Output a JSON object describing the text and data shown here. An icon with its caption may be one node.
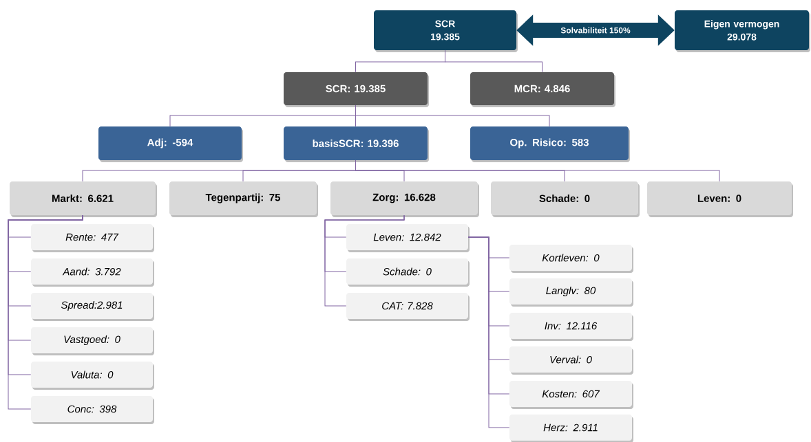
{
  "diagram": {
    "nodes": [
      {
        "text": [
          "SCR",
          "19.385"
        ]
      },
      {
        "text": [
          "Eigen vermogen",
          "29.078"
        ]
      },
      {
        "text": [
          "SCR: 19.385"
        ]
      },
      {
        "text": [
          "MCR: 4.846"
        ]
      },
      {
        "text": [
          "Adj: -594"
        ]
      },
      {
        "text": [
          "basisSCR: 19.396"
        ]
      },
      {
        "text": [
          "Op. Risico: 583"
        ]
      },
      {
        "text": [
          "Markt: 6.621"
        ]
      },
      {
        "text": [
          "Tegenpartij: 75"
        ]
      },
      {
        "text": [
          "Zorg: 16.628"
        ]
      },
      {
        "text": [
          "Schade: 0"
        ]
      },
      {
        "text": [
          "Leven: 0"
        ]
      },
      {
        "text": [
          "Rente:  477"
        ]
      },
      {
        "text": [
          "Aand: 3.792"
        ]
      },
      {
        "text": [
          "Spread:2.981"
        ]
      },
      {
        "text": [
          "Vastgoed: 0"
        ]
      },
      {
        "text": [
          "Valuta: 0"
        ]
      },
      {
        "text": [
          "Conc: 398"
        ]
      },
      {
        "text": [
          "Leven: 12.842"
        ]
      },
      {
        "text": [
          "Schade: 0"
        ]
      },
      {
        "text": [
          "CAT: 7.828"
        ]
      },
      {
        "text": [
          "Kortleven: 0"
        ]
      },
      {
        "text": [
          "Langlv: 80"
        ]
      },
      {
        "text": [
          "Inv: 12.116"
        ]
      },
      {
        "text": [
          "Verval: 0"
        ]
      },
      {
        "text": [
          "Kosten: 607"
        ]
      },
      {
        "text": [
          "Herz: 2.911"
        ]
      }
    ],
    "edges": [
      {
        "from": 0,
        "to": 1,
        "arrow": "both",
        "label": "Solvabiliteit 150%",
        "style": "thick",
        "color": "#0e4460"
      },
      {
        "from": 0,
        "to": 2,
        "arrow": "none"
      },
      {
        "from": 0,
        "to": 3,
        "arrow": "none"
      },
      {
        "from": 2,
        "to": 4,
        "arrow": "none"
      },
      {
        "from": 2,
        "to": 5,
        "arrow": "none"
      },
      {
        "from": 2,
        "to": 6,
        "arrow": "none"
      },
      {
        "from": 5,
        "to": 7,
        "arrow": "none"
      },
      {
        "from": 5,
        "to": 8,
        "arrow": "none"
      },
      {
        "from": 5,
        "to": 9,
        "arrow": "none"
      },
      {
        "from": 5,
        "to": 10,
        "arrow": "none"
      },
      {
        "from": 5,
        "to": 11,
        "arrow": "none"
      },
      {
        "from": 7,
        "to": 12,
        "arrow": "none"
      },
      {
        "from": 7,
        "to": 13,
        "arrow": "none"
      },
      {
        "from": 7,
        "to": 14,
        "arrow": "none"
      },
      {
        "from": 7,
        "to": 15,
        "arrow": "none"
      },
      {
        "from": 7,
        "to": 16,
        "arrow": "none"
      },
      {
        "from": 7,
        "to": 17,
        "arrow": "none"
      },
      {
        "from": 9,
        "to": 18,
        "arrow": "none"
      },
      {
        "from": 9,
        "to": 19,
        "arrow": "none"
      },
      {
        "from": 9,
        "to": 20,
        "arrow": "none"
      },
      {
        "from": 18,
        "to": 21,
        "arrow": "none"
      },
      {
        "from": 18,
        "to": 22,
        "arrow": "none"
      },
      {
        "from": 18,
        "to": 23,
        "arrow": "none"
      },
      {
        "from": 18,
        "to": 24,
        "arrow": "none"
      },
      {
        "from": 18,
        "to": 25,
        "arrow": "none"
      },
      {
        "from": 18,
        "to": 26,
        "arrow": "none"
      }
    ]
  }
}
